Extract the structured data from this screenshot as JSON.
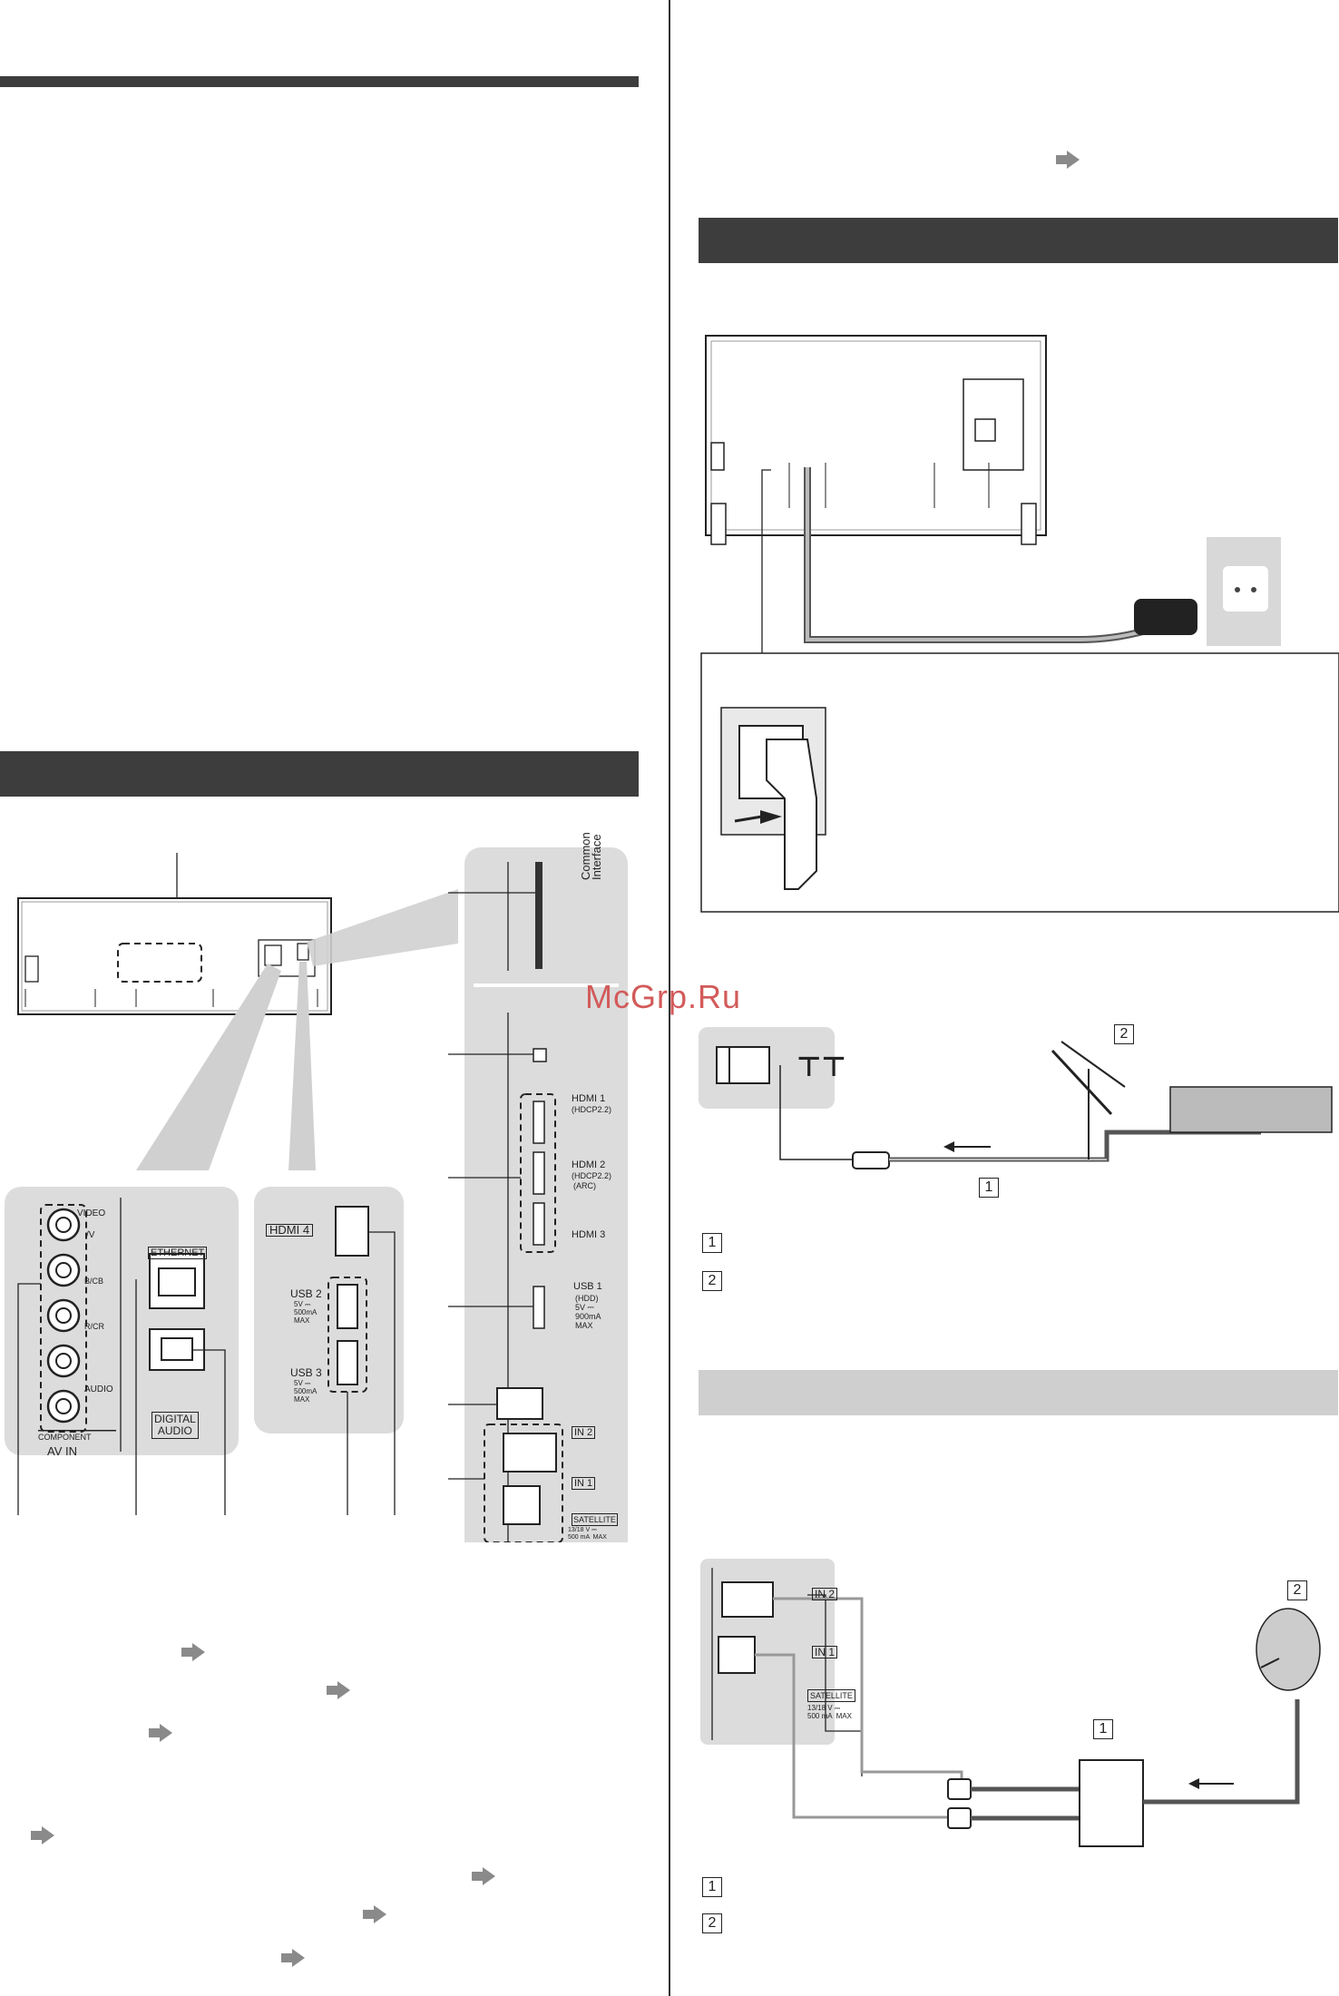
{
  "watermark": "McGrp.Ru",
  "terminals": {
    "common_interface": "Common\nInterface",
    "hdmi1": "HDMI 1",
    "hdmi1_sub": "(HDCP2.2)",
    "hdmi2": "HDMI 2",
    "hdmi2_sub": "(HDCP2.2)",
    "hdmi2_arc": "(ARC)",
    "hdmi3": "HDMI 3",
    "usb1": "USB 1",
    "usb1_hdd": "(HDD)",
    "usb1_spec": "5V ⎓\n900mA\nMAX",
    "in2": "IN 2",
    "in1": "IN 1",
    "satellite": "SATELLITE",
    "sat_spec": "13/18 V ⎓\n500 mA  MAX",
    "hdmi4": "HDMI 4",
    "usb2": "USB 2",
    "usb2_spec": "5V ⎓\n500mA\nMAX",
    "usb3": "USB 3",
    "usb3_spec": "5V ⎓\n500mA\nMAX",
    "video": "VIDEO",
    "v": "/V",
    "pb": "B/CB",
    "pr": "R/CR",
    "audio": "AUDIO",
    "component": "COMPONENT",
    "av_in": "AV IN",
    "ethernet": "ETHERNET",
    "digital_audio": "DIGITAL\nAUDIO"
  },
  "callouts": {
    "aerial_num": "1",
    "aerial_num2": "2",
    "aerial_legend": [
      "1",
      "2"
    ],
    "sat_num": "1",
    "sat_num2": "2",
    "sat_legend": [
      "1",
      "2"
    ]
  }
}
